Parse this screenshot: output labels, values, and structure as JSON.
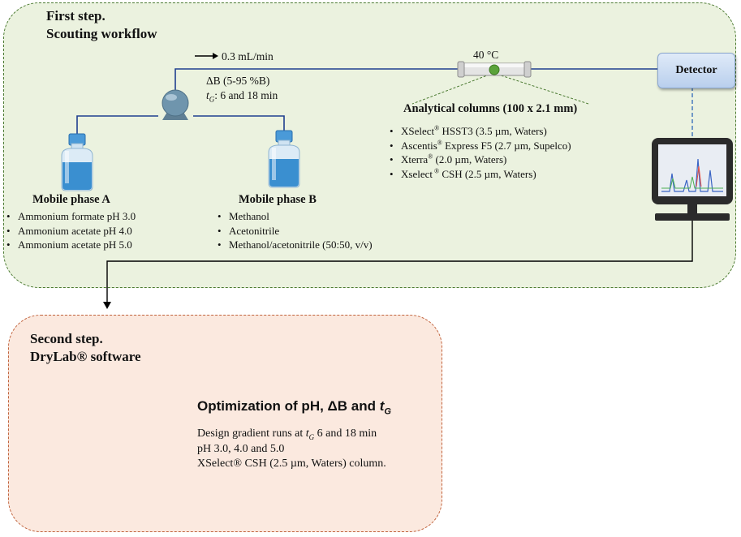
{
  "step1": {
    "title_line1": "First step.",
    "title_line2": "Scouting workflow",
    "flow_rate": "0.3 mL/min",
    "gradient": "ΔB (5-95 %B)",
    "tg_symbol": "t",
    "tg_subscript": "G",
    "tg_values": ": 6 and 18 min",
    "temperature": "40 °C",
    "columns_title": "Analytical columns (100 x 2.1 mm)",
    "columns": [
      {
        "name": "XSelect",
        "reg": "®",
        "spec": " HSST3  (3.5 µm, Waters)"
      },
      {
        "name": "Ascentis",
        "reg": "®",
        "spec": " Express F5 (2.7 µm, Supelco)"
      },
      {
        "name": "Xterra",
        "reg": "®",
        "spec": " (2.0 µm, Waters)"
      },
      {
        "name": "Xselect",
        "reg": " ®",
        "spec": " CSH  (2.5 µm, Waters)"
      }
    ],
    "detector_label": "Detector",
    "mobile_phase_a": {
      "title": "Mobile phase A",
      "items": [
        "Ammonium formate pH 3.0",
        "Ammonium  acetate pH 4.0",
        "Ammonium  acetate pH 5.0"
      ]
    },
    "mobile_phase_b": {
      "title": "Mobile phase B",
      "items": [
        "Methanol",
        "Acetonitrile",
        "Methanol/acetonitrile (50:50, v/v)"
      ]
    }
  },
  "step2": {
    "title_line1": "Second step.",
    "title_line2": "DryLab® software",
    "opt_title_prefix": "Optimization of pH, ΔB  and ",
    "opt_title_t": "t",
    "opt_title_sub": "G",
    "line1_prefix": "Design gradient runs at ",
    "line1_t": "t",
    "line1_sub": "G",
    "line1_suffix": " 6 and 18 min",
    "line2": "pH 3.0, 4.0 and 5.0",
    "line3": "XSelect® CSH (2.5 µm, Waters) column."
  },
  "colors": {
    "panel1_bg": "#ebf2df",
    "panel1_border": "#4b7a31",
    "panel2_bg": "#fbe9df",
    "panel2_border": "#c0623c",
    "tubing": "#1f3f8f",
    "solvent": "#3a8fd0"
  }
}
